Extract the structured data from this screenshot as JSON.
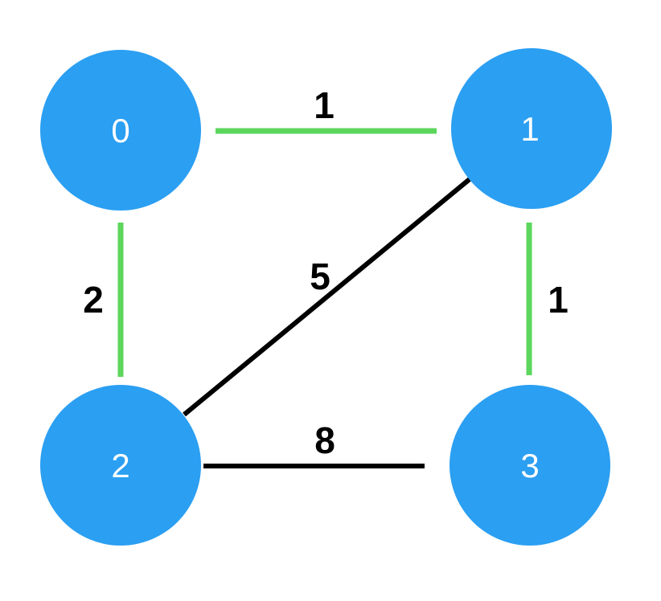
{
  "diagram": {
    "type": "weighted-undirected-graph",
    "colors": {
      "background": "#ffffff",
      "node_fill": "#2B9FF2",
      "node_label": "#ffffff",
      "highlight_edge": "#5CD65C",
      "default_edge": "#000000",
      "weight_label": "#000000"
    },
    "nodes": [
      {
        "id": "0",
        "label": "0"
      },
      {
        "id": "1",
        "label": "1"
      },
      {
        "id": "2",
        "label": "2"
      },
      {
        "id": "3",
        "label": "3"
      }
    ],
    "edges": [
      {
        "from": "0",
        "to": "1",
        "weight": "1",
        "highlighted": true
      },
      {
        "from": "0",
        "to": "2",
        "weight": "2",
        "highlighted": true
      },
      {
        "from": "1",
        "to": "3",
        "weight": "1",
        "highlighted": true
      },
      {
        "from": "1",
        "to": "2",
        "weight": "5",
        "highlighted": false
      },
      {
        "from": "2",
        "to": "3",
        "weight": "8",
        "highlighted": false
      }
    ]
  }
}
